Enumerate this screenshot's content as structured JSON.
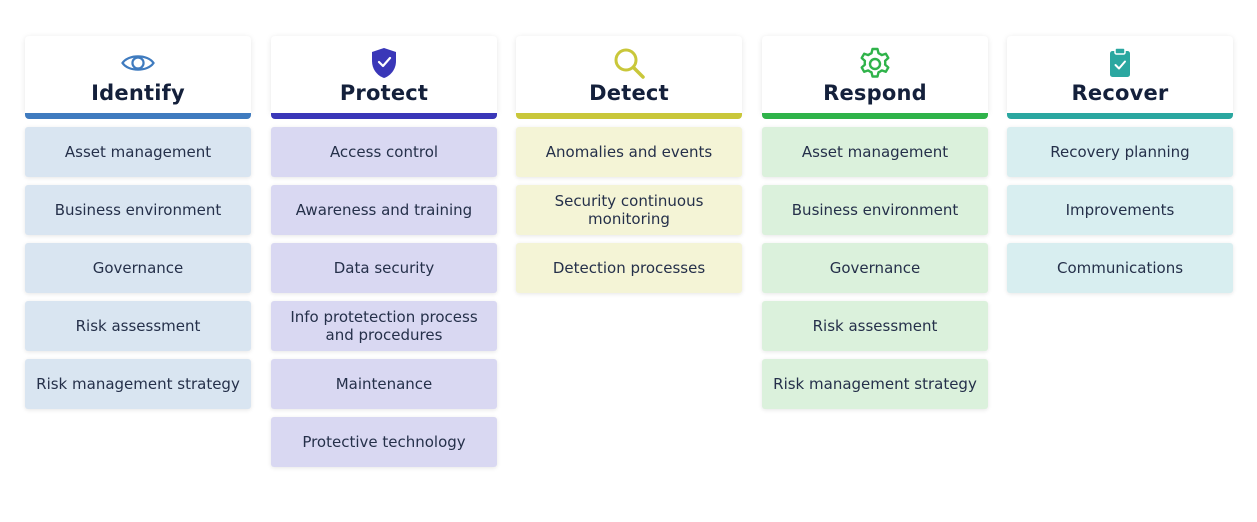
{
  "columns": [
    {
      "title": "Identify",
      "icon": "eye-icon",
      "accent": "#3f7bbf",
      "card_bg": "#d9e5f1",
      "items": [
        "Asset management",
        "Business environment",
        "Governance",
        "Risk assessment",
        "Risk management strategy"
      ]
    },
    {
      "title": "Protect",
      "icon": "shield-check-icon",
      "accent": "#3a37b8",
      "card_bg": "#d9d8f2",
      "items": [
        "Access control",
        "Awareness and training",
        "Data security",
        "Info protetection process and procedures",
        "Maintenance",
        "Protective technology"
      ]
    },
    {
      "title": "Detect",
      "icon": "magnifier-icon",
      "accent": "#c9c73a",
      "card_bg": "#f4f4d6",
      "items": [
        "Anomalies and events",
        "Security continuous monitoring",
        "Detection processes"
      ]
    },
    {
      "title": "Respond",
      "icon": "gear-icon",
      "accent": "#2fb34a",
      "card_bg": "#dbf1dc",
      "items": [
        "Asset management",
        "Business environment",
        "Governance",
        "Risk assessment",
        "Risk management strategy"
      ]
    },
    {
      "title": "Recover",
      "icon": "clipboard-check-icon",
      "accent": "#2aa7a0",
      "card_bg": "#d8eef0",
      "items": [
        "Recovery planning",
        "Improvements",
        "Communications"
      ]
    }
  ]
}
